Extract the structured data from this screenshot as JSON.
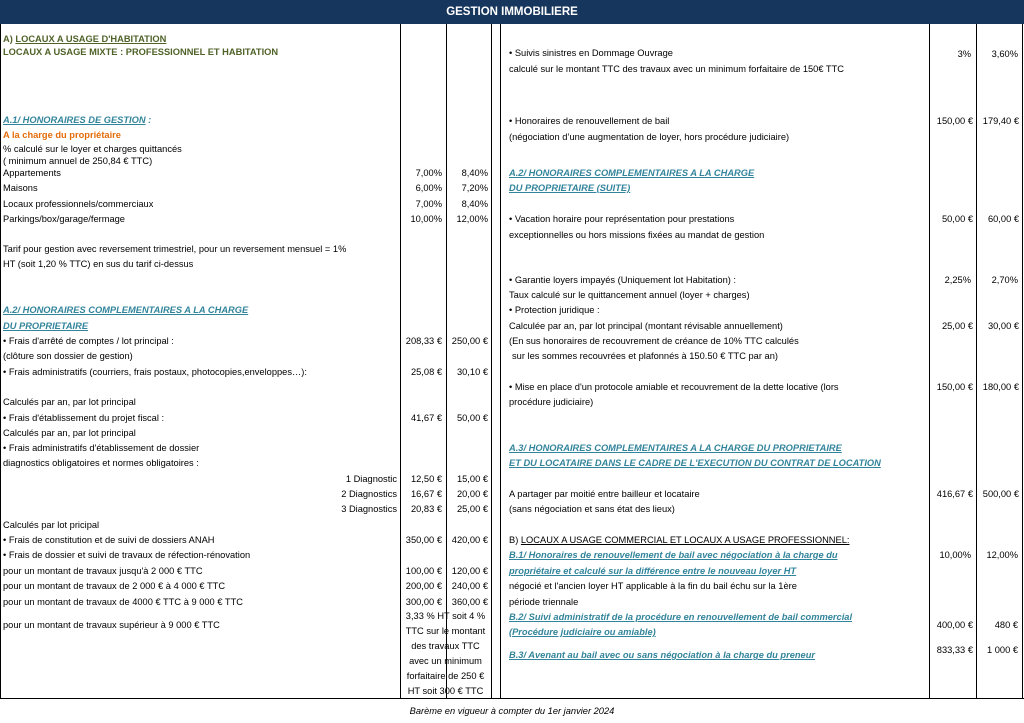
{
  "header_title": "GESTION IMMOBILIERE",
  "left": {
    "sectionA_prefix": "A) ",
    "sectionA_title": "LOCAUX A USAGE D'HABITATION",
    "sectionA_subtitle": "LOCAUX A USAGE MIXTE : PROFESSIONNEL ET HABITATION",
    "a1_title": "A.1/ HONORAIRES DE GESTION",
    "a1_colon": " :",
    "charge_owner": "A la charge du propriétaire",
    "pct_line": "% calculé sur le loyer et charges quittancés",
    "min_line": "( minimum annuel de 250,84 € TTC)",
    "rates": [
      {
        "label": "Appartements",
        "ht": "7,00%",
        "ttc": "8,40%"
      },
      {
        "label": "Maisons",
        "ht": "6,00%",
        "ttc": "7,20%"
      },
      {
        "label": "Locaux professionnels/commerciaux",
        "ht": "7,00%",
        "ttc": "8,40%"
      },
      {
        "label": "Parkings/box/garage/fermage",
        "ht": "10,00%",
        "ttc": "12,00%"
      }
    ],
    "tarif_line1": "Tarif pour gestion avec reversement trimestriel, pour un reversement mensuel = 1%",
    "tarif_line2": "HT (soit 1,20 % TTC) en sus du tarif ci-dessus",
    "a2_title1": "A.2/ HONORAIRES COMPLEMENTAIRES A LA CHARGE",
    "a2_title2": "DU PROPRIETAIRE",
    "frais_arrete": "•  Frais d'arrêté de comptes / lot principal :",
    "frais_arrete_ht": "208,33 €",
    "frais_arrete_ttc": "250,00 €",
    "cloture": "(clôture son dossier de gestion)",
    "frais_admin": "•  Frais administratifs (courriers, frais postaux, photocopies,enveloppes…):",
    "frais_admin_ht": "25,08 €",
    "frais_admin_ttc": "30,10 €",
    "calc_an_lot1": "Calculés par an, par lot principal",
    "frais_fiscal": "•  Frais d'établissement du projet fiscal :",
    "frais_fiscal_ht": "41,67 €",
    "frais_fiscal_ttc": "50,00 €",
    "calc_an_lot2": "Calculés par an, par lot principal",
    "frais_diag1": "•  Frais  administratifs d'établissement de dossier",
    "frais_diag2": "diagnostics obligatoires et normes obligatoires :",
    "diagnostics": [
      {
        "label": "1 Diagnostic",
        "ht": "12,50 €",
        "ttc": "15,00 €"
      },
      {
        "label": "2 Diagnostics",
        "ht": "16,67 €",
        "ttc": "20,00 €"
      },
      {
        "label": "3 Diagnostics",
        "ht": "20,83 €",
        "ttc": "25,00 €"
      }
    ],
    "calc_lot": "Calculés par lot pricipal",
    "anah": "•  Frais de constitution et de suivi de dossiers ANAH",
    "anah_ht": "350,00 €",
    "anah_ttc": "420,00 €",
    "travaux_title": "•  Frais de dossier et suivi de travaux de réfection-rénovation",
    "travaux": [
      {
        "label": "pour un montant de travaux jusqu'à 2 000 € TTC",
        "ht": "100,00 €",
        "ttc": "120,00 €"
      },
      {
        "label": "pour un montant de travaux de 2 000 € à 4 000 € TTC",
        "ht": "200,00 €",
        "ttc": "240,00 €"
      },
      {
        "label": "pour un montant de travaux de 4000 € TTC à 9 000 € TTC",
        "ht": "300,00 €",
        "ttc": "360,00 €"
      }
    ],
    "travaux_sup": "pour un montant de travaux supérieur à 9 000 € TTC",
    "travaux_sup_detail": [
      "3,33 % HT soit 4 %",
      "TTC sur le montant",
      "des travaux TTC",
      "avec un minimum",
      "forfaitaire de 250 €",
      "HT soit 300 € TTC"
    ]
  },
  "right": {
    "sinistres1": "•  Suivis sinistres en Dommage Ouvrage",
    "sinistres2": "calculé sur le montant TTC des travaux avec un minimum forfaitaire de 150€ TTC",
    "sinistres_ht": "3%",
    "sinistres_ttc": "3,60%",
    "renouv1": "•  Honoraires de renouvellement de bail",
    "renouv2": "(négociation d’une augmentation de loyer, hors procédure judiciaire)",
    "renouv_ht": "150,00 €",
    "renouv_ttc": "179,40 €",
    "a2s_title1": "A.2/ HONORAIRES COMPLEMENTAIRES A LA CHARGE",
    "a2s_title2": "DU PROPRIETAIRE (SUITE)",
    "vacation1": "•  Vacation horaire pour représentation pour prestations",
    "vacation2": "exceptionnelles ou hors missions fixées au mandat de gestion",
    "vacation_ht": "50,00 €",
    "vacation_ttc": "60,00 €",
    "gli1": "•  Garantie loyers impayés (Uniquement lot Habitation) :",
    "gli2": "Taux calculé sur le quittancement annuel (loyer + charges)",
    "gli_ht": "2,25%",
    "gli_ttc": "2,70%",
    "pj1": "•  Protection juridique :",
    "pj2": "Calculée par an, par lot principal (montant révisable annuellement)",
    "pj3": "(En sus honoraires de recouvrement de créance de 10% TTC calculés",
    "pj4": "sur les sommes recouvrées et plafonnés à 150.50 € TTC par an)",
    "pj_ht": "25,00 €",
    "pj_ttc": "30,00 €",
    "amiable1": "•  Mise en place d'un protocole amiable et recouvrement de la dette locative (lors",
    "amiable2": "procédure judiciaire)",
    "amiable_ht": "150,00 €",
    "amiable_ttc": "180,00 €",
    "a3_title1": "A.3/ HONORAIRES COMPLEMENTAIRES A LA CHARGE DU PROPRIETAIRE",
    "a3_title2": "ET DU LOCATAIRE DANS LE CADRE DE L'EXECUTION DU CONTRAT DE LOCATION",
    "partage1": "A partager par moitié entre bailleur et locataire",
    "partage2": "(sans négociation et sans état des lieux)",
    "partage_ht": "416,67 €",
    "partage_ttc": "500,00 €",
    "sectionB_prefix": "B) ",
    "sectionB_title": "LOCAUX A USAGE COMMERCIAL ET LOCAUX A USAGE PROFESSIONNEL:",
    "b1_title1": "B.1/ Honoraires de renouvellement de bail avec négociation à la charge du",
    "b1_title2": "propriétaire et calculé sur la différence entre le nouveau loyer HT",
    "b1_ht": "10,00%",
    "b1_ttc": "12,00%",
    "b1_text1": "négocié et l'ancien loyer HT applicable à la fin du bail échu sur la 1ère",
    "b1_text2": "période triennale",
    "b2_title1": "B.2/ Suivi administratif de la procédure en renouvellement de bail commercial",
    "b2_title2": "(Procédure judiciaire ou amiable)",
    "b2_ht": "400,00 €",
    "b2_ttc": "480 €",
    "b3_title": "B.3/ Avenant au bail  avec ou sans négociation à la charge du preneur",
    "b3_ht": "833,33 €",
    "b3_ttc": "1 000 €"
  },
  "footer": "Barème en vigueur à compter du 1er janvier 2024",
  "colors": {
    "header_bg": "#17365d",
    "green": "#4f6228",
    "orange": "#e36c09",
    "teal": "#31849b"
  }
}
